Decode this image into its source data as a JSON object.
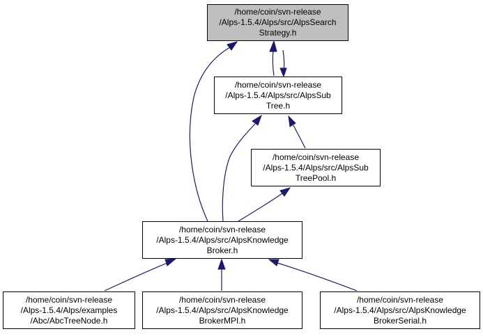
{
  "colors": {
    "edge": "#191970",
    "current_node_fill": "#bfbfbf",
    "node_border": "#000000"
  },
  "nodes": [
    {
      "id": "search",
      "current": true,
      "lines": [
        "/home/coin/svn-release",
        "/Alps-1.5.4/Alps/src/AlpsSearch",
        "Strategy.h"
      ]
    },
    {
      "id": "subtree",
      "current": false,
      "lines": [
        "/home/coin/svn-release",
        "/Alps-1.5.4/Alps/src/AlpsSub",
        "Tree.h"
      ]
    },
    {
      "id": "subtreepool",
      "current": false,
      "lines": [
        "/home/coin/svn-release",
        "/Alps-1.5.4/Alps/src/AlpsSub",
        "TreePool.h"
      ]
    },
    {
      "id": "broker",
      "current": false,
      "lines": [
        "/home/coin/svn-release",
        "/Alps-1.5.4/Alps/src/AlpsKnowledge",
        "Broker.h"
      ]
    },
    {
      "id": "treenode",
      "current": false,
      "lines": [
        "/home/coin/svn-release",
        "/Alps-1.5.4/Alps/examples",
        "/Abc/AbcTreeNode.h"
      ]
    },
    {
      "id": "brokermpi",
      "current": false,
      "lines": [
        "/home/coin/svn-release",
        "/Alps-1.5.4/Alps/src/AlpsKnowledge",
        "BrokerMPI.h"
      ]
    },
    {
      "id": "brokerserial",
      "current": false,
      "lines": [
        "/home/coin/svn-release",
        "/Alps-1.5.4/Alps/src/AlpsKnowledge",
        "BrokerSerial.h"
      ]
    }
  ],
  "edges": [
    {
      "from": "subtree",
      "to": "search"
    },
    {
      "from": "search",
      "to": "subtree"
    },
    {
      "from": "broker",
      "to": "search"
    },
    {
      "from": "broker",
      "to": "subtree"
    },
    {
      "from": "subtreepool",
      "to": "subtree"
    },
    {
      "from": "broker",
      "to": "subtreepool"
    },
    {
      "from": "treenode",
      "to": "broker"
    },
    {
      "from": "brokermpi",
      "to": "broker"
    },
    {
      "from": "brokerserial",
      "to": "broker"
    }
  ]
}
